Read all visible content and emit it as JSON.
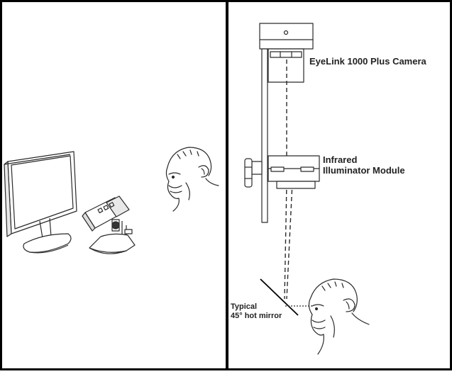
{
  "colors": {
    "border": "#000000",
    "line_art": "#2a2a2a",
    "background": "#ffffff",
    "text": "#222222"
  },
  "panels": {
    "left": {
      "illustration": "desktop-setup-illustration",
      "components": [
        "monitor-icon",
        "desktop-mount-camera-icon",
        "monkey-head-icon"
      ]
    },
    "right": {
      "illustration": "tower-mount-schematic",
      "labels": {
        "camera": "EyeLink 1000 Plus Camera",
        "illuminator_line1": "Infrared",
        "illuminator_line2": "Illuminator Module",
        "mirror_line1": "Typical",
        "mirror_line2": "45° hot mirror"
      }
    }
  }
}
